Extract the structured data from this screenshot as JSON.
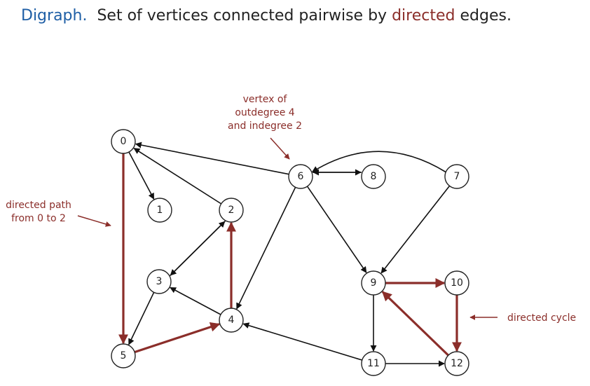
{
  "title": {
    "term": "Digraph.",
    "before": "Set of vertices connected pairwise by ",
    "highlight": "directed",
    "after": " edges."
  },
  "colors": {
    "term": "#1f5fa6",
    "highlight": "#8b2e2a",
    "edge": "#111111",
    "highlighted_edge": "#8b2e2a"
  },
  "vertices": [
    "0",
    "1",
    "2",
    "3",
    "4",
    "5",
    "6",
    "7",
    "8",
    "9",
    "10",
    "11",
    "12"
  ],
  "edges": [
    {
      "from": "0",
      "to": "5",
      "highlighted": true
    },
    {
      "from": "0",
      "to": "1",
      "highlighted": false
    },
    {
      "from": "2",
      "to": "0",
      "highlighted": false
    },
    {
      "from": "6",
      "to": "0",
      "highlighted": false
    },
    {
      "from": "2",
      "to": "3",
      "highlighted": false
    },
    {
      "from": "3",
      "to": "2",
      "highlighted": false
    },
    {
      "from": "3",
      "to": "5",
      "highlighted": false
    },
    {
      "from": "4",
      "to": "3",
      "highlighted": false
    },
    {
      "from": "4",
      "to": "2",
      "highlighted": true
    },
    {
      "from": "5",
      "to": "4",
      "highlighted": true
    },
    {
      "from": "6",
      "to": "4",
      "highlighted": false
    },
    {
      "from": "6",
      "to": "8",
      "highlighted": false
    },
    {
      "from": "8",
      "to": "6",
      "highlighted": false
    },
    {
      "from": "6",
      "to": "9",
      "highlighted": false
    },
    {
      "from": "7",
      "to": "6",
      "highlighted": false
    },
    {
      "from": "7",
      "to": "9",
      "highlighted": false
    },
    {
      "from": "9",
      "to": "10",
      "highlighted": true
    },
    {
      "from": "10",
      "to": "12",
      "highlighted": true
    },
    {
      "from": "12",
      "to": "9",
      "highlighted": true
    },
    {
      "from": "9",
      "to": "11",
      "highlighted": false
    },
    {
      "from": "11",
      "to": "12",
      "highlighted": false
    },
    {
      "from": "11",
      "to": "4",
      "highlighted": false
    }
  ],
  "annotations": {
    "vertex_note": [
      "vertex of",
      "outdegree 4",
      "and indegree 2"
    ],
    "path_note": [
      "directed path",
      "from 0 to 2"
    ],
    "cycle_note": "directed cycle"
  }
}
